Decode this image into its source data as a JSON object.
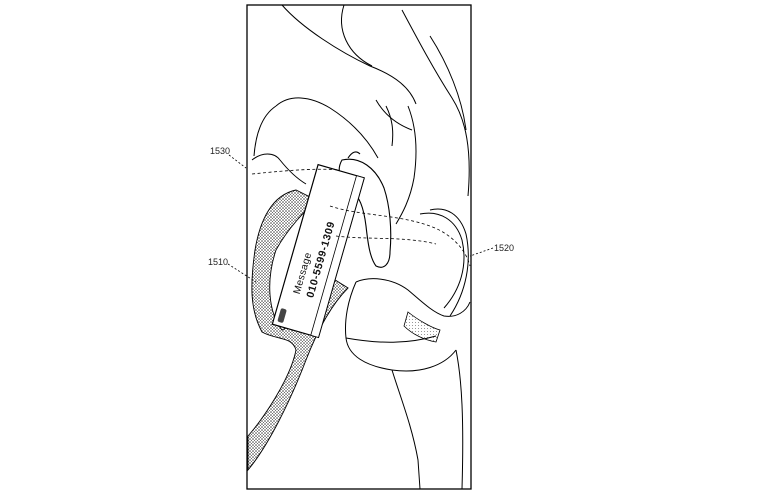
{
  "figure": {
    "labels": {
      "display": "1530",
      "hand": "1510",
      "finger": "1520"
    },
    "device": {
      "message_title": "Message",
      "message_number": "010-5599-1309"
    }
  }
}
